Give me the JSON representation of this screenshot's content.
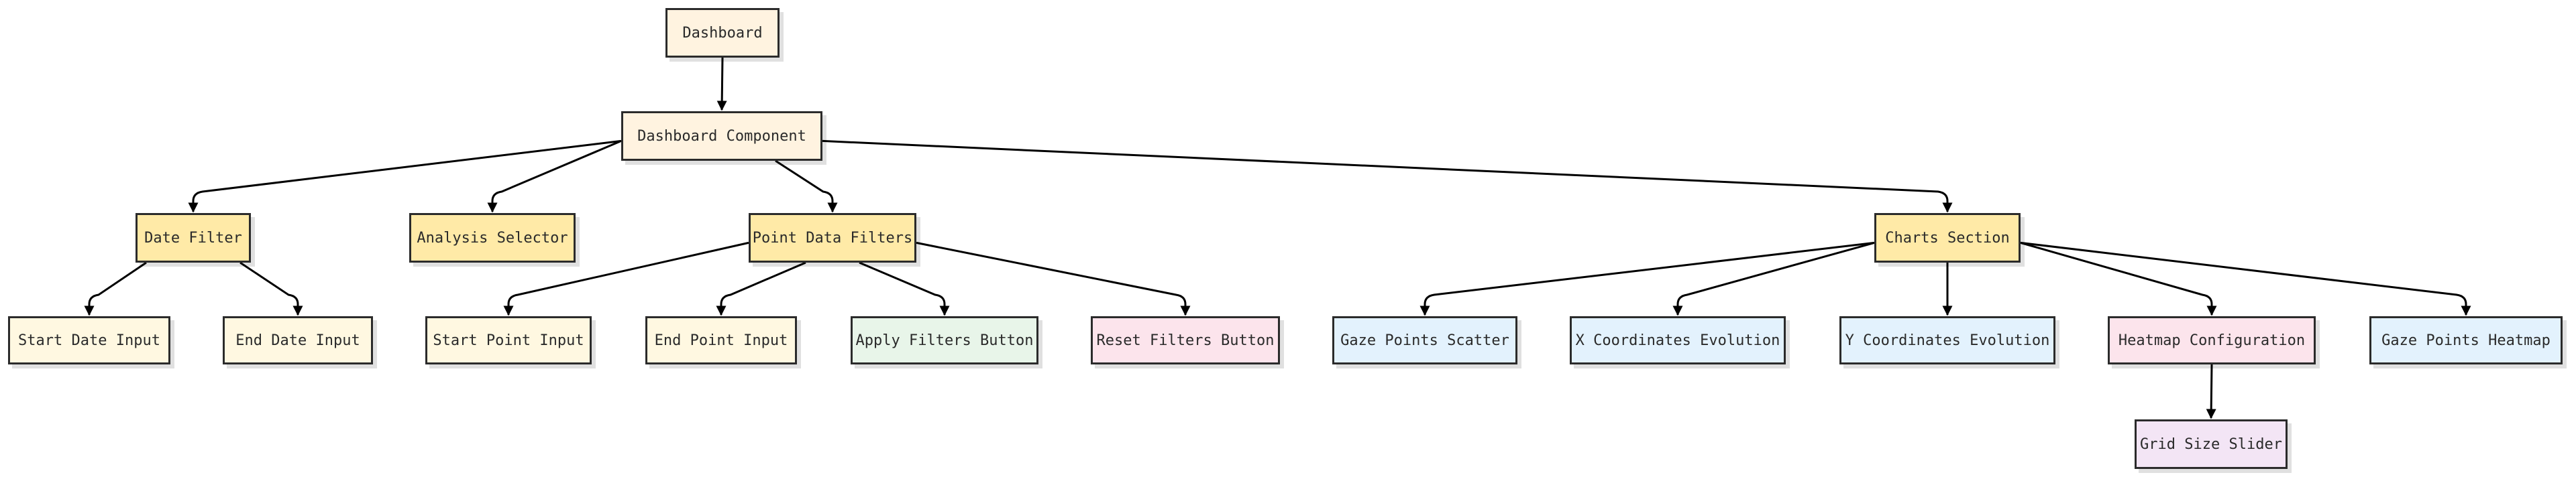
{
  "colors": {
    "root": "#fff3e0",
    "container": "#ffeaa7",
    "input": "#fff8e1",
    "apply": "#e8f5e9",
    "reset": "#fce4ec",
    "chart": "#e3f2fd",
    "config": "#fce4ec",
    "slider": "#f3e5f5",
    "border": "#2b2b2b",
    "edge": "#000000"
  },
  "nodes": {
    "dashboard": "Dashboard",
    "dashboard_component": "Dashboard Component",
    "date_filter": "Date Filter",
    "analysis_selector": "Analysis Selector",
    "point_data_filters": "Point Data Filters",
    "charts_section": "Charts Section",
    "start_date_input": "Start Date Input",
    "end_date_input": "End Date Input",
    "start_point_input": "Start Point Input",
    "end_point_input": "End Point Input",
    "apply_filters_button": "Apply Filters Button",
    "reset_filters_button": "Reset Filters Button",
    "gaze_points_scatter": "Gaze Points Scatter",
    "x_coordinates_evolution": "X Coordinates Evolution",
    "y_coordinates_evolution": "Y Coordinates Evolution",
    "heatmap_configuration": "Heatmap Configuration",
    "gaze_points_heatmap": "Gaze Points Heatmap",
    "grid_size_slider": "Grid Size Slider"
  }
}
